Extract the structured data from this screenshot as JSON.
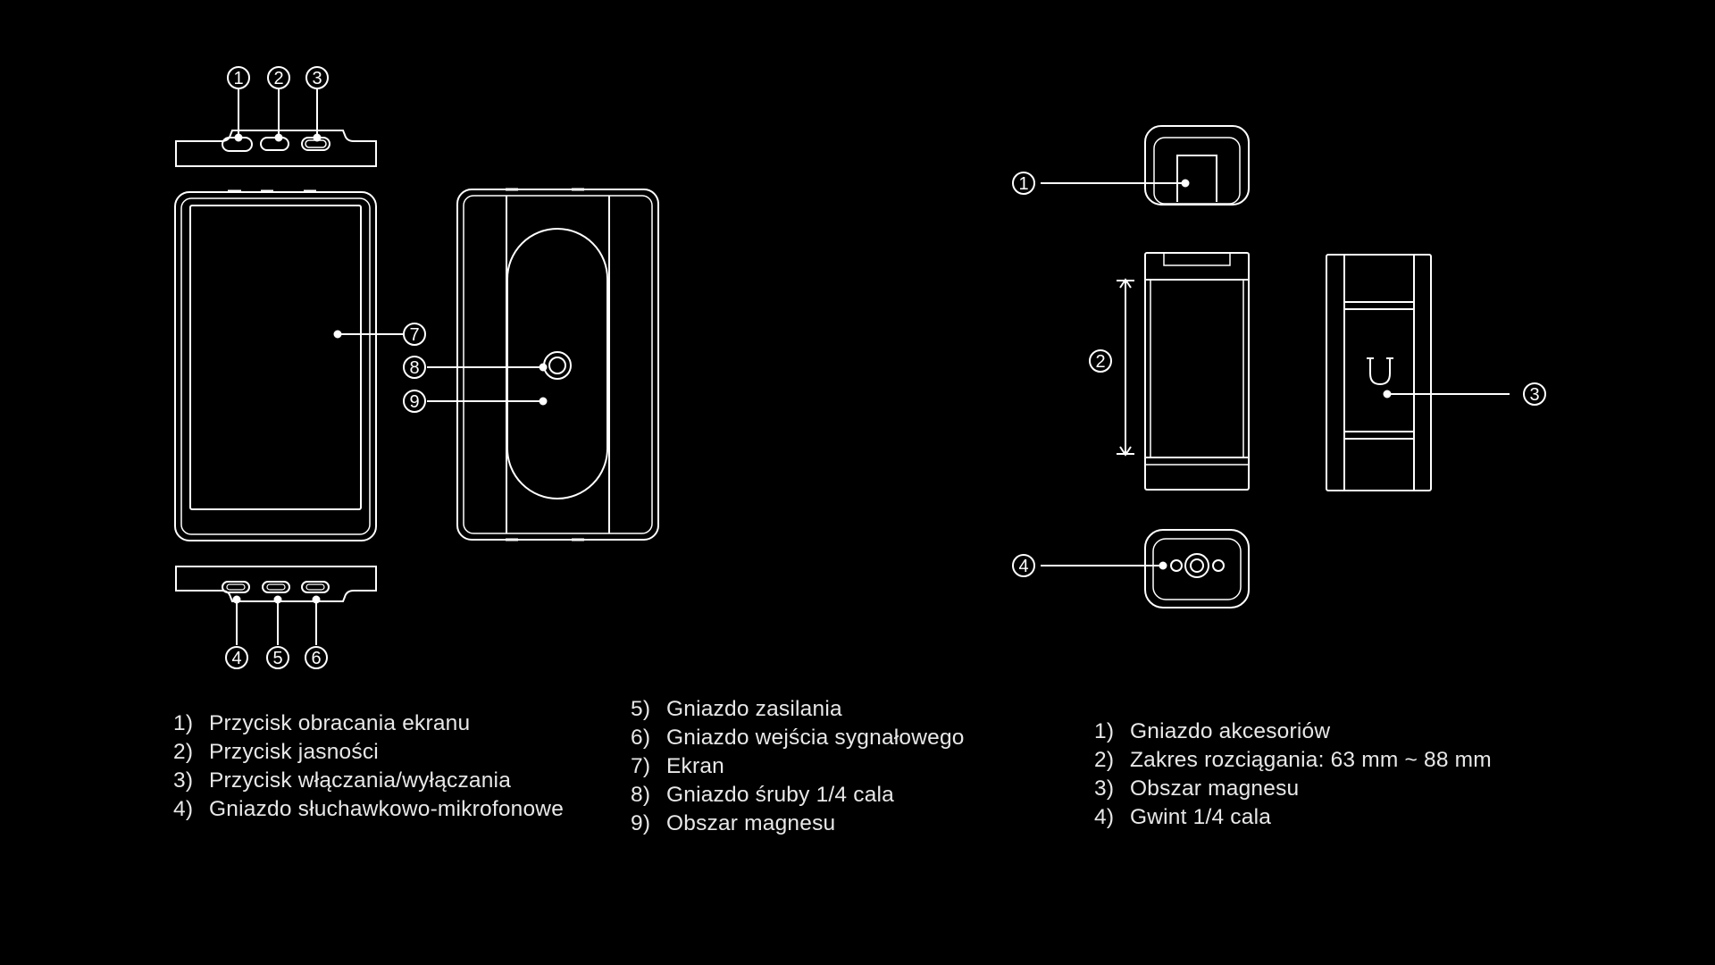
{
  "legend_a": [
    {
      "num": "1)",
      "text": "Przycisk obracania ekranu"
    },
    {
      "num": "2)",
      "text": "Przycisk jasności"
    },
    {
      "num": "3)",
      "text": "Przycisk włączania/wyłączania"
    },
    {
      "num": "4)",
      "text": "Gniazdo słuchawkowo-mikrofonowe"
    }
  ],
  "legend_b": [
    {
      "num": "5)",
      "text": "Gniazdo zasilania"
    },
    {
      "num": "6)",
      "text": "Gniazdo wejścia sygnałowego"
    },
    {
      "num": "7)",
      "text": "Ekran"
    },
    {
      "num": "8)",
      "text": "Gniazdo śruby 1/4 cala"
    },
    {
      "num": "9)",
      "text": "Obszar magnesu"
    }
  ],
  "legend_c": [
    {
      "num": "1)",
      "text": "Gniazdo akcesoriów"
    },
    {
      "num": "2)",
      "text": "Zakres rozciągania: 63 mm ~ 88 mm"
    },
    {
      "num": "3)",
      "text": "Obszar magnesu"
    },
    {
      "num": "4)",
      "text": "Gwint 1/4 cala"
    }
  ],
  "monitor_callouts": [
    "1",
    "2",
    "3",
    "4",
    "5",
    "6",
    "7",
    "8",
    "9"
  ],
  "holder_callouts": [
    "1",
    "2",
    "3",
    "4"
  ],
  "colors": {
    "background": "#000000",
    "line": "#ffffff",
    "text": "#e8e8e8"
  }
}
